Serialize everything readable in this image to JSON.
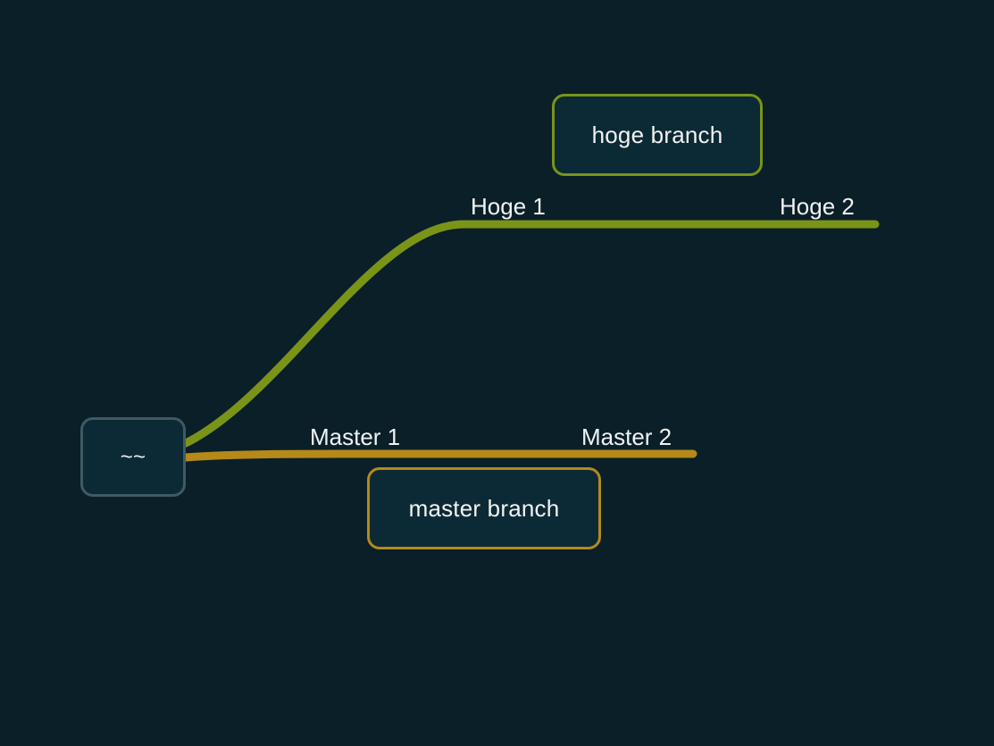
{
  "root": {
    "label": "~~"
  },
  "branches": {
    "hoge": {
      "label": "hoge branch",
      "color": "#7a9418",
      "commits": [
        "Hoge 1",
        "Hoge 2"
      ]
    },
    "master": {
      "label": "master branch",
      "color": "#b5891a",
      "commits": [
        "Master 1",
        "Master 2"
      ]
    }
  },
  "colors": {
    "background": "#0a1f28",
    "node_fill": "#0c2a35",
    "root_border": "#3f5a63",
    "text": "#f2f2f2"
  }
}
